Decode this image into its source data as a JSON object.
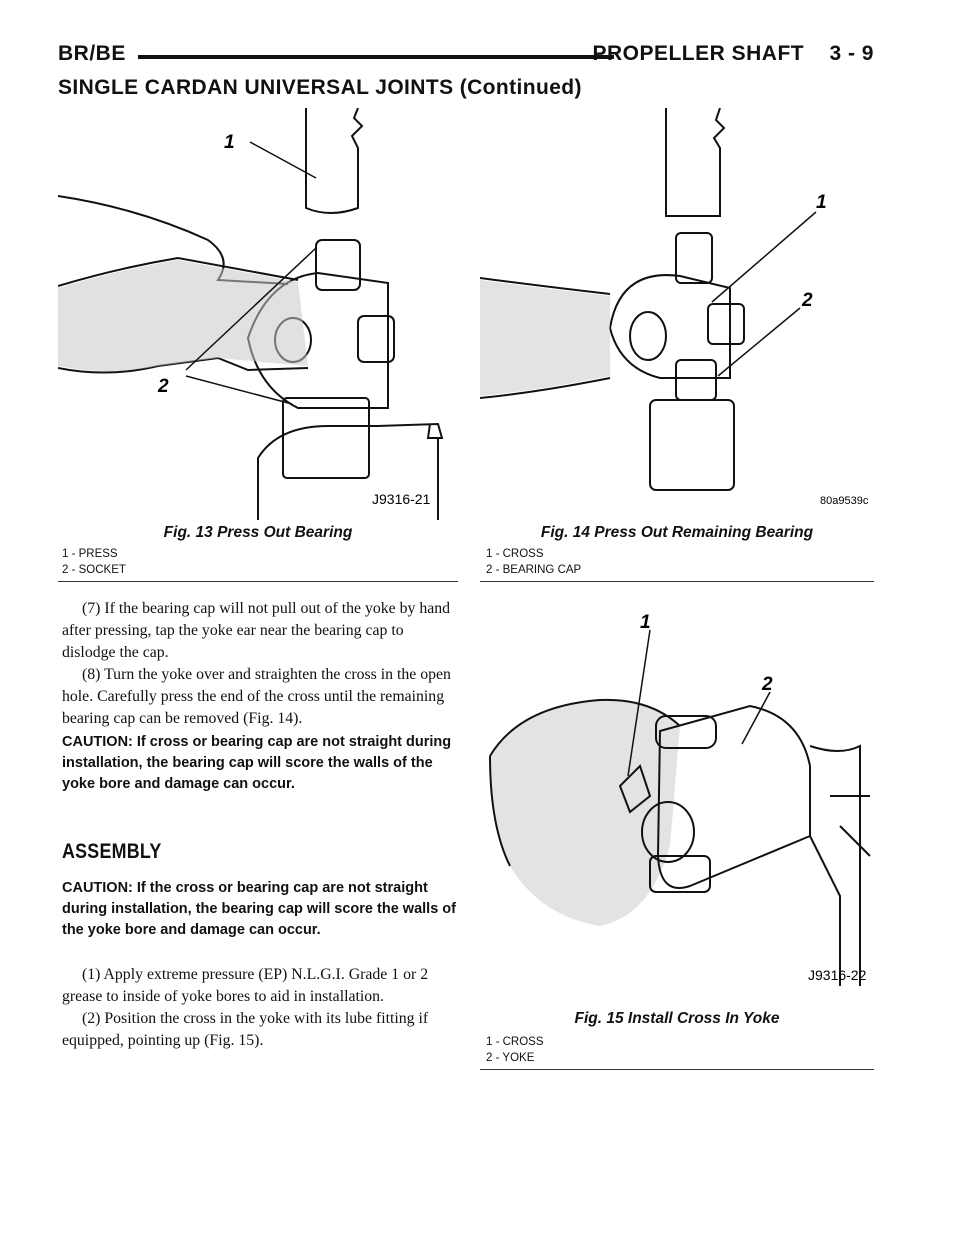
{
  "header": {
    "left": "BR/BE",
    "right": "PROPELLER SHAFT    3 - 9"
  },
  "section_title": "SINGLE CARDAN UNIVERSAL JOINTS (Continued)",
  "fig13": {
    "code": "J9316-21",
    "callouts": [
      "1",
      "2"
    ],
    "caption": "Fig. 13 Press Out Bearing",
    "legend": [
      "1 - PRESS",
      "2 - SOCKET"
    ]
  },
  "fig14": {
    "code": "80a9539c",
    "callouts": [
      "1",
      "2"
    ],
    "caption": "Fig. 14 Press Out Remaining Bearing",
    "legend": [
      "1 - CROSS",
      "2 - BEARING CAP"
    ]
  },
  "fig15": {
    "code": "J9316-22",
    "callouts": [
      "1",
      "2"
    ],
    "caption": "Fig. 15 Install Cross In Yoke",
    "legend": [
      "1 - CROSS",
      "2 - YOKE"
    ]
  },
  "left_column": {
    "step7": "(7) If the bearing cap will not pull out of the yoke by hand after pressing, tap the yoke ear near the bearing cap to dislodge the cap.",
    "step8": "(8) Turn the yoke over and straighten the cross in the open hole. Carefully press the end of the cross until the remaining bearing cap can be removed (Fig. 14).",
    "caution1": "CAUTION: If cross or bearing cap are not straight during installation, the bearing cap will score the walls of the yoke bore and damage can occur.",
    "assembly_heading": "ASSEMBLY",
    "caution2": "CAUTION: If the cross or bearing cap are not straight during installation, the bearing cap will score the walls of the yoke bore and damage can occur.",
    "step1": "(1) Apply extreme pressure (EP) N.L.G.I. Grade 1 or 2 grease to inside of yoke bores to aid in installation.",
    "step2": "(2) Position the cross in the yoke with its lube fitting if equipped, pointing up (Fig. 15)."
  }
}
